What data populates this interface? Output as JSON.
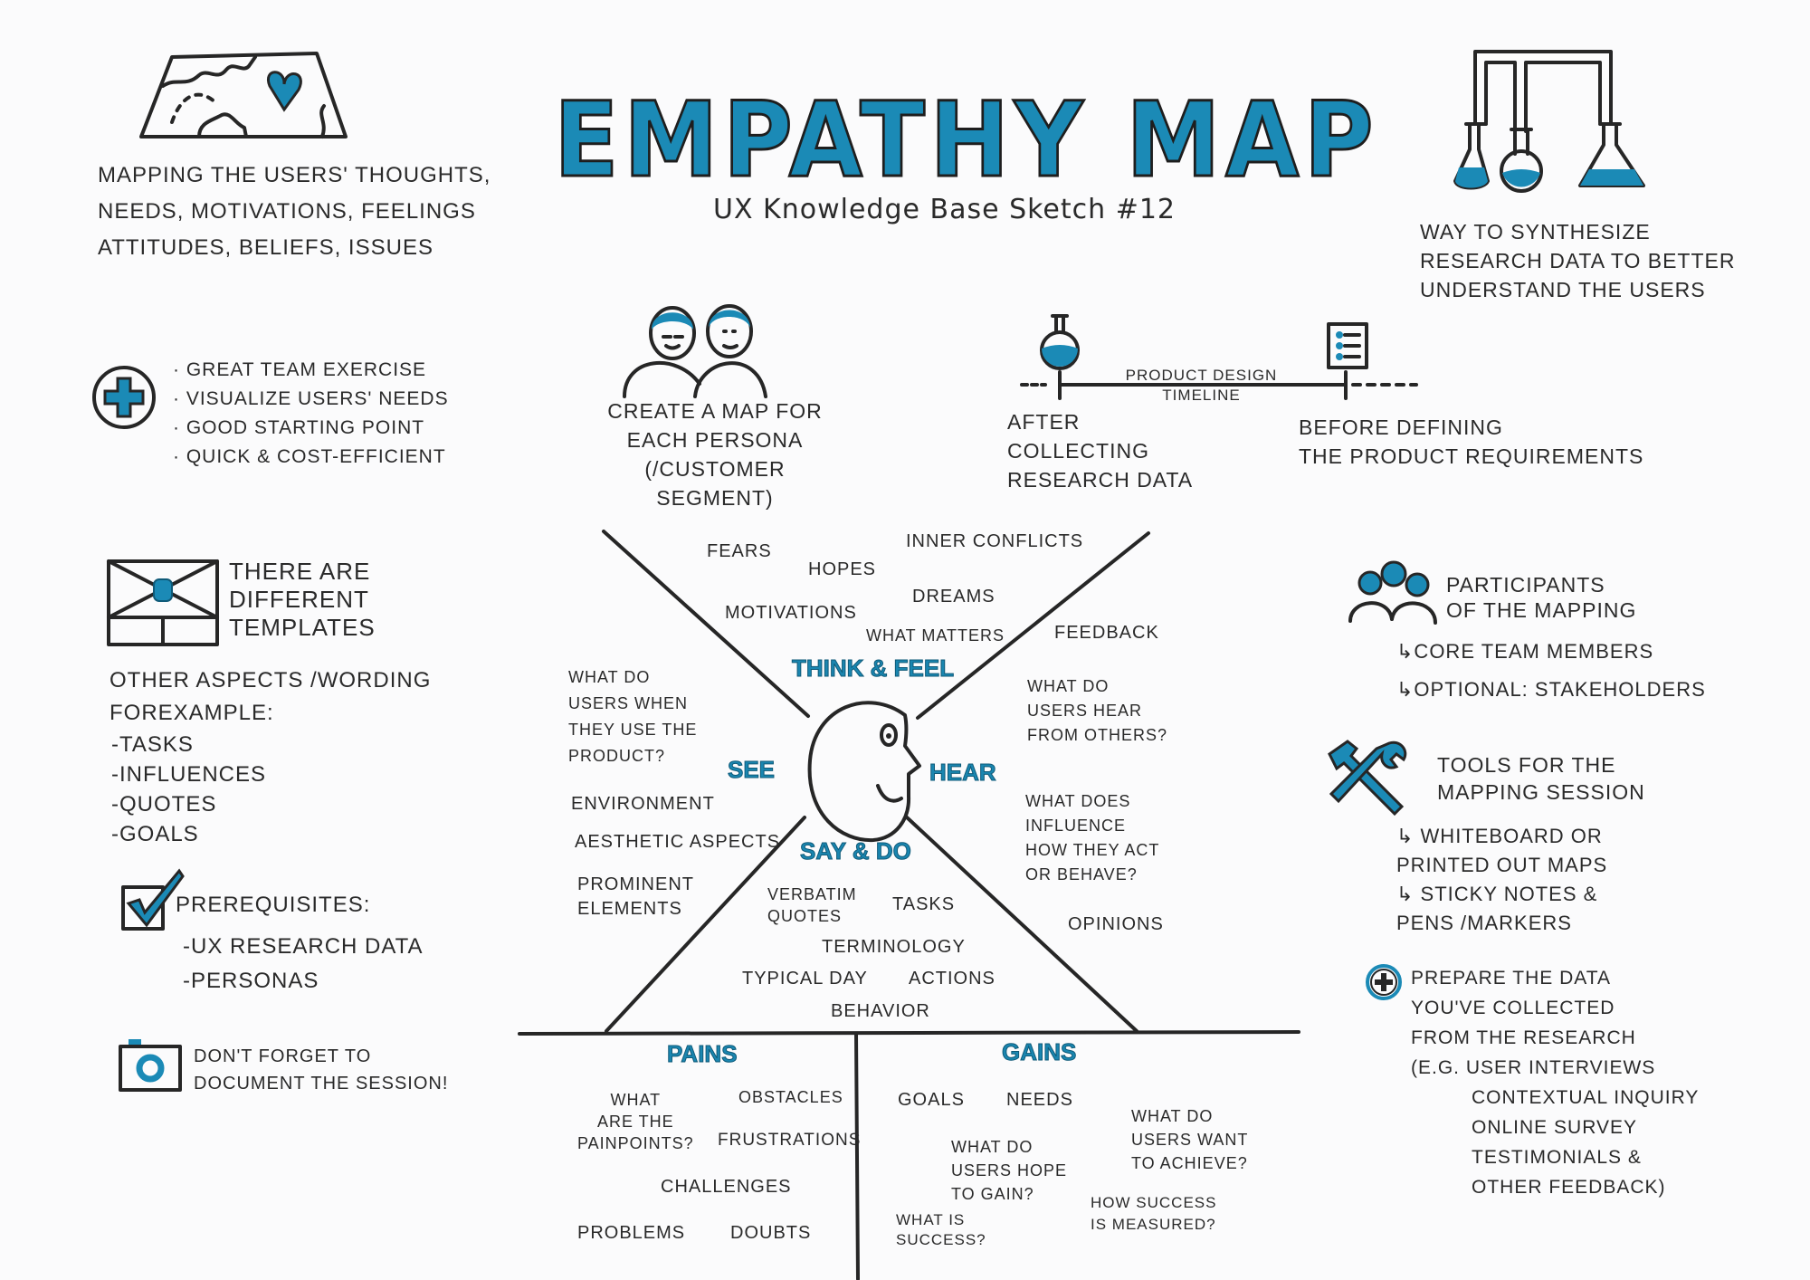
{
  "header": {
    "title": "EMPATHY MAP",
    "subtitle": "UX Knowledge Base Sketch #12"
  },
  "colors": {
    "accent": "#1b8ab6",
    "ink": "#262626",
    "paper": "#fbfbfc"
  },
  "intro": {
    "definition": "MAPPING THE USERS' THOUGHTS,\nNEEDS, MOTIVATIONS, FEELINGS\nATTITUDES, BELIEFS, ISSUES",
    "purpose": "WAY TO SYNTHESIZE\nRESEARCH DATA TO BETTER\nUNDERSTAND THE USERS"
  },
  "benefits": {
    "icon": "plus-circle-icon",
    "items": [
      "· GREAT TEAM EXERCISE",
      "· VISUALIZE USERS' NEEDS",
      "· GOOD STARTING POINT",
      "· QUICK & COST-EFFICIENT"
    ]
  },
  "persona": {
    "text": "CREATE A MAP FOR\nEACH PERSONA\n(/CUSTOMER SEGMENT)"
  },
  "timeline": {
    "label": "PRODUCT DESIGN\nTIMELINE",
    "after": "AFTER\nCOLLECTING\nRESEARCH DATA",
    "before": "BEFORE DEFINING\nTHE PRODUCT REQUIREMENTS"
  },
  "map": {
    "quadrants": {
      "think_feel": "THINK & FEEL",
      "see": "SEE",
      "hear": "HEAR",
      "say_do": "SAY & DO"
    },
    "think_feel": [
      "FEARS",
      "HOPES",
      "INNER CONFLICTS",
      "MOTIVATIONS",
      "DREAMS",
      "WHAT MATTERS"
    ],
    "see": [
      "WHAT DO\nUSERS WHEN\nTHEY USE THE\nPRODUCT?",
      "ENVIRONMENT",
      "AESTHETIC ASPECTS",
      "PROMINENT\nELEMENTS"
    ],
    "hear": [
      "FEEDBACK",
      "WHAT DO\nUSERS HEAR\nFROM OTHERS?",
      "WHAT DOES\nINFLUENCE\nHOW THEY ACT\nOR BEHAVE?",
      "OPINIONS"
    ],
    "say_do": [
      "VERBATIM\nQUOTES",
      "TASKS",
      "TERMINOLOGY",
      "TYPICAL DAY",
      "ACTIONS",
      "BEHAVIOR"
    ]
  },
  "pains": {
    "title": "PAINS",
    "items": [
      "WHAT\nARE THE\nPAINPOINTS?",
      "OBSTACLES",
      "FRUSTRATIONS",
      "CHALLENGES",
      "PROBLEMS",
      "DOUBTS"
    ]
  },
  "gains": {
    "title": "GAINS",
    "items": [
      "GOALS",
      "NEEDS",
      "WHAT DO\nUSERS HOPE\nTO GAIN?",
      "WHAT DO\nUSERS WANT\nTO ACHIEVE?",
      "WHAT IS\nSUCCESS?",
      "HOW SUCCESS\nIS MEASURED?"
    ]
  },
  "templates": {
    "heading": "THERE ARE\nDIFFERENT\nTEMPLATES",
    "other": "OTHER ASPECTS /WORDING\nFOREXAMPLE:",
    "examples": [
      "-TASKS",
      "-INFLUENCES",
      "-QUOTES",
      "-GOALS"
    ]
  },
  "prerequisites": {
    "heading": "PREREQUISITES:",
    "items": [
      "-UX RESEARCH DATA",
      "-PERSONAS"
    ]
  },
  "document": {
    "text": "DON'T FORGET TO\nDOCUMENT THE SESSION!"
  },
  "participants": {
    "heading": "PARTICIPANTS\nOF THE MAPPING",
    "items": [
      "↳CORE TEAM MEMBERS",
      "↳OPTIONAL: STAKEHOLDERS"
    ]
  },
  "tools": {
    "heading": "TOOLS FOR THE\nMAPPING SESSION",
    "items": [
      "↳ WHITEBOARD OR\n    PRINTED OUT MAPS",
      "↳ STICKY NOTES &\n    PENS /MARKERS"
    ]
  },
  "prepare": {
    "heading": "PREPARE THE DATA\nYOU'VE COLLECTED\nFROM THE RESEARCH\n(E.G. USER INTERVIEWS",
    "sources": "CONTEXTUAL INQUIRY\nONLINE SURVEY\nTESTIMONIALS &\nOTHER FEEDBACK)"
  }
}
